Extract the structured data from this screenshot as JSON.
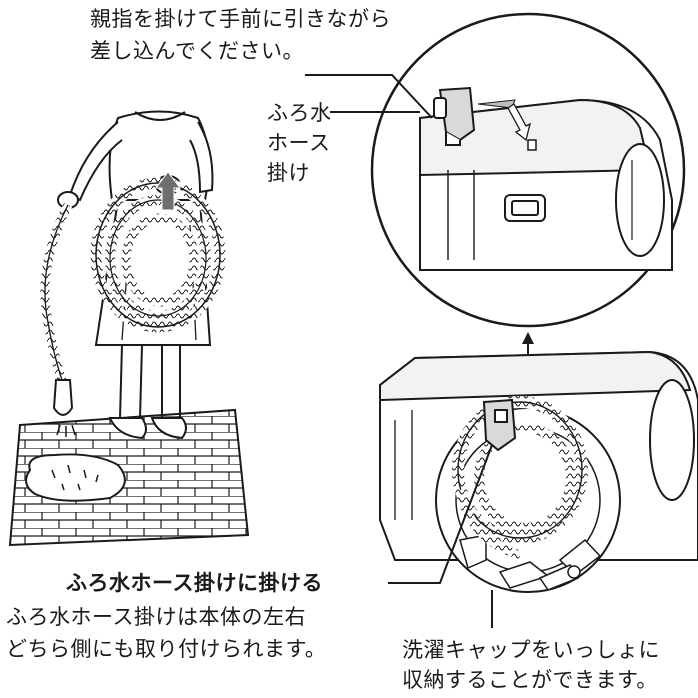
{
  "callouts": {
    "insert_line1": "親指を掛けて手前に引きながら",
    "insert_line2": "差し込んでください。",
    "hook_line1": "ふろ水",
    "hook_line2": "ホース",
    "hook_line3": "掛け",
    "hang_title": "ふろ水ホース掛けに掛ける",
    "hang_line1": "ふろ水ホース掛けは本体の左右",
    "hang_line2": "どちら側にも取り付けられます。",
    "cap_line1": "洗濯キャップをいっしょに",
    "cap_line2": "収納することができます。"
  },
  "colors": {
    "line": "#1a1a1a",
    "fill_light": "#f2f2f2",
    "fill_mid": "#d9d9d9",
    "fill_dark": "#8c8c8c",
    "arrow_gray": "#6e6e6e"
  }
}
